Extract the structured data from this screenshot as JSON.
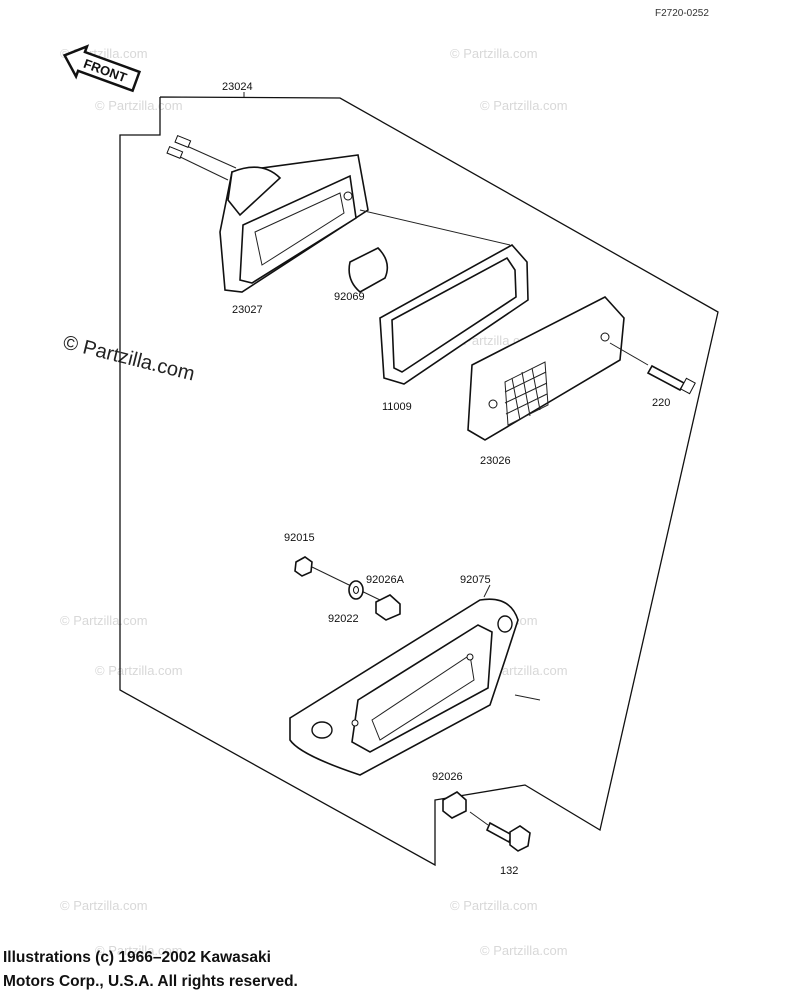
{
  "reference_code": "F2720-0252",
  "front_label": "FRONT",
  "watermark_main": "© Partzilla.com",
  "watermark_faint": "© Partzilla.com",
  "parts": {
    "assembly": "23024",
    "housing": "23027",
    "bulb": "92069",
    "gasket": "11009",
    "lens": "23026",
    "screw": "220",
    "nut": "92015",
    "washer": "92022",
    "collar_a": "92026A",
    "bracket": "92075",
    "collar": "92026",
    "bolt": "132"
  },
  "copyright": "Illustrations (c) 1966–2002 Kawasaki\nMotors Corp., U.S.A.  All rights reserved."
}
